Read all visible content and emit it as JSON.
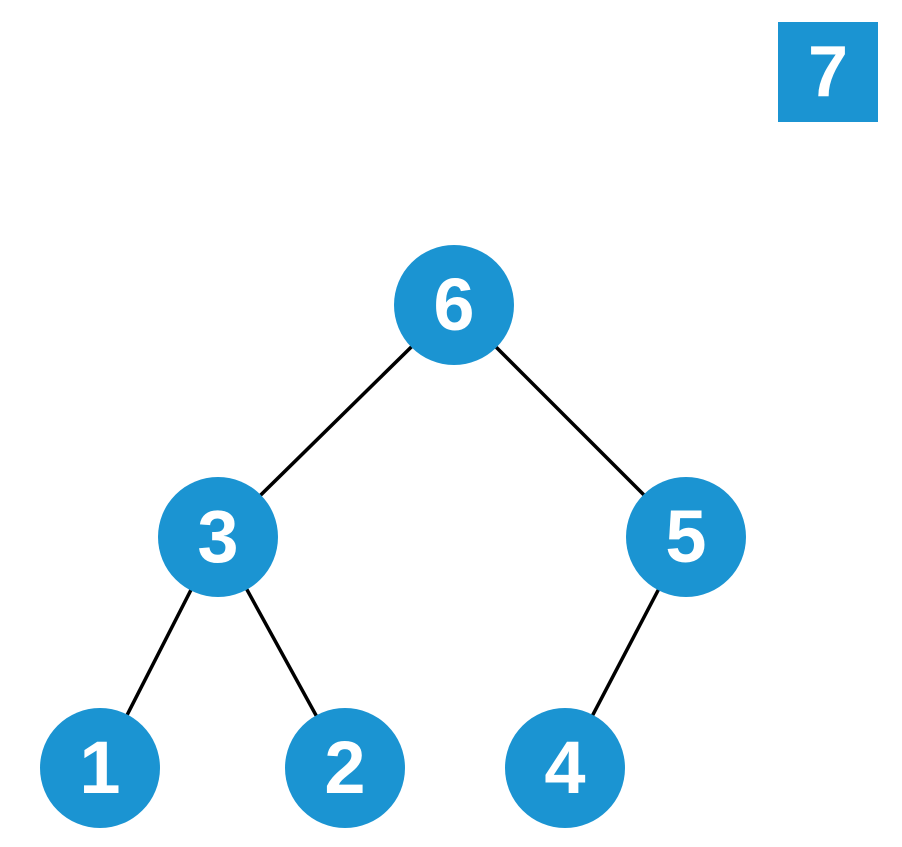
{
  "diagram": {
    "type": "binary-tree",
    "description": "Binary tree (heap) visualization with a detached pending-insert node",
    "tree": {
      "nodes": [
        {
          "id": "root",
          "label": "6"
        },
        {
          "id": "left",
          "label": "3"
        },
        {
          "id": "right",
          "label": "5"
        },
        {
          "id": "left-left",
          "label": "1"
        },
        {
          "id": "left-right",
          "label": "2"
        },
        {
          "id": "right-left",
          "label": "4"
        }
      ],
      "edges": [
        {
          "from": "6",
          "to": "3"
        },
        {
          "from": "6",
          "to": "5"
        },
        {
          "from": "3",
          "to": "1"
        },
        {
          "from": "3",
          "to": "2"
        },
        {
          "from": "5",
          "to": "4"
        }
      ]
    },
    "detached_node": {
      "label": "7",
      "shape": "square"
    }
  },
  "colors": {
    "node_fill": "#1b94d2",
    "edge_stroke": "#000000",
    "label_text": "#ffffff",
    "background": "#ffffff"
  }
}
